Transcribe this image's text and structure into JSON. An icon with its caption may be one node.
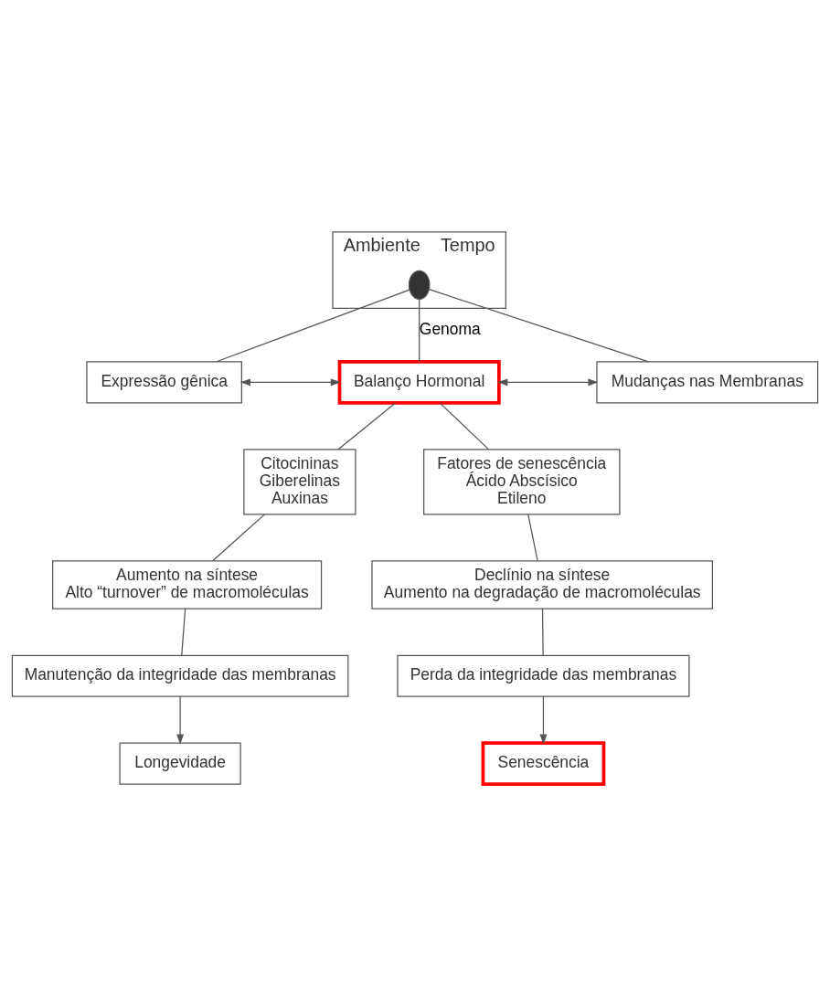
{
  "diagram": {
    "nodes": [
      {
        "text": [
          "Ambiente",
          "Tempo"
        ]
      },
      {
        "text": [],
        "shape": "circle",
        "in": 0
      },
      {
        "text": [
          "Expressão gênica"
        ]
      },
      {
        "text": [
          "Balanço Hormonal"
        ]
      },
      {
        "text": [
          "Mudanças nas Membranas"
        ]
      },
      {
        "text": [
          "Citocininas",
          "Giberelinas",
          "Auxinas"
        ]
      },
      {
        "text": [
          "Fatores de senescência",
          "Ácido Abscísico",
          "Etileno"
        ]
      },
      {
        "text": [
          "Aumento na síntese",
          "Alto “turnover” de macromoléculas"
        ]
      },
      {
        "text": [
          "Declínio na síntese",
          "Aumento na degradação de macromoléculas"
        ]
      },
      {
        "text": [
          "Manutenção da integridade das membranas"
        ]
      },
      {
        "text": [
          "Perda da integridade das membranas"
        ]
      },
      {
        "text": [
          "Longevidade"
        ]
      },
      {
        "text": [
          "Senescência"
        ]
      }
    ],
    "edges": [
      {
        "from": 1,
        "to": 3,
        "arrow": "none",
        "label": "Genoma"
      },
      {
        "from": 1,
        "to": 2,
        "arrow": "none"
      },
      {
        "from": 1,
        "to": 4,
        "arrow": "none"
      },
      {
        "from": 2,
        "to": 3,
        "arrow": "both"
      },
      {
        "from": 3,
        "to": 4,
        "arrow": "both"
      },
      {
        "from": 3,
        "to": 5,
        "arrow": "none"
      },
      {
        "from": 3,
        "to": 6,
        "arrow": "none"
      },
      {
        "from": 5,
        "to": 7,
        "arrow": "none"
      },
      {
        "from": 6,
        "to": 8,
        "arrow": "none"
      },
      {
        "from": 7,
        "to": 9,
        "arrow": "none"
      },
      {
        "from": 8,
        "to": 10,
        "arrow": "none"
      },
      {
        "from": 9,
        "to": 11,
        "arrow": "to"
      },
      {
        "from": 10,
        "to": 12,
        "arrow": "to"
      }
    ]
  }
}
